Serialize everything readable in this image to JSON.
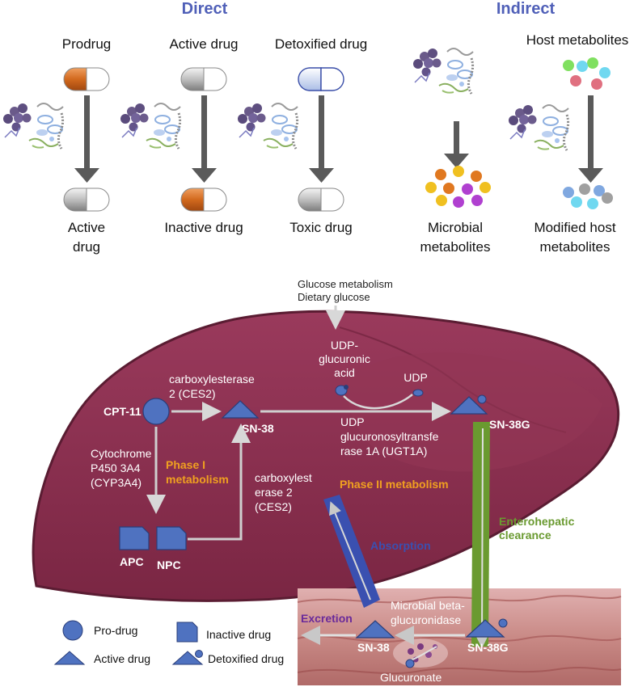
{
  "top": {
    "direct_heading": "Direct",
    "indirect_heading": "Indirect",
    "panels": [
      {
        "top_label": "Prodrug",
        "bottom_line1": "Active",
        "bottom_line2": "drug"
      },
      {
        "top_label": "Active drug",
        "bottom_line1": "Inactive drug",
        "bottom_line2": ""
      },
      {
        "top_label": "Detoxified drug",
        "bottom_line1": "Toxic drug",
        "bottom_line2": ""
      },
      {
        "top_label": "",
        "bottom_line1": "Microbial",
        "bottom_line2": "metabolites"
      },
      {
        "top_label": "Host metabolites",
        "bottom_line1": "Modified host",
        "bottom_line2": "metabolites"
      }
    ]
  },
  "liver": {
    "glucose_line1": "Glucose metabolism",
    "glucose_line2": "Dietary glucose",
    "udpga_line1": "UDP-",
    "udpga_line2": "glucuronic",
    "udpga_line3": "acid",
    "udp": "UDP",
    "cpt11": "CPT-11",
    "sn38": "SN-38",
    "sn38g": "SN-38G",
    "ces2_top_line1": "carboxylesterase",
    "ces2_top_line2": "2 (CES2)",
    "ugt_line1": "UDP",
    "ugt_line2": "glucuronosyltransfe",
    "ugt_line3": "rase 1A (UGT1A)",
    "cyp_line1": "Cytochrome",
    "cyp_line2": "P450 3A4",
    "cyp_line3": "(CYP3A4)",
    "phase1_line1": "Phase I",
    "phase1_line2": "metabolism",
    "ces2_mid_line1": "carboxylest",
    "ces2_mid_line2": "erase 2",
    "ces2_mid_line3": "(CES2)",
    "phase2": "Phase II metabolism",
    "apc": "APC",
    "npc": "NPC",
    "absorption": "Absorption",
    "entero_line1": "Enterohepatic",
    "entero_line2": "clearance"
  },
  "gut": {
    "beta_line1": "Microbial  beta-",
    "beta_line2": "glucuronidase",
    "excretion": "Excretion",
    "sn38": "SN-38",
    "sn38g": "SN-38G",
    "glucuronate": "Glucuronate"
  },
  "legend": {
    "prodrug": "Pro-drug",
    "inactive": "Inactive drug",
    "active": "Active drug",
    "detoxified": "Detoxified drug"
  },
  "colors": {
    "heading_blue": "#5060b8",
    "drug_blue": "#4f72c0",
    "liver": "#8a2f4f",
    "orange_label": "#f0a020",
    "green": "#6a9a30",
    "absorption_blue": "#3a50b0",
    "excretion_purple": "#6a2a9a",
    "capsule_orange": "#d2691e"
  }
}
